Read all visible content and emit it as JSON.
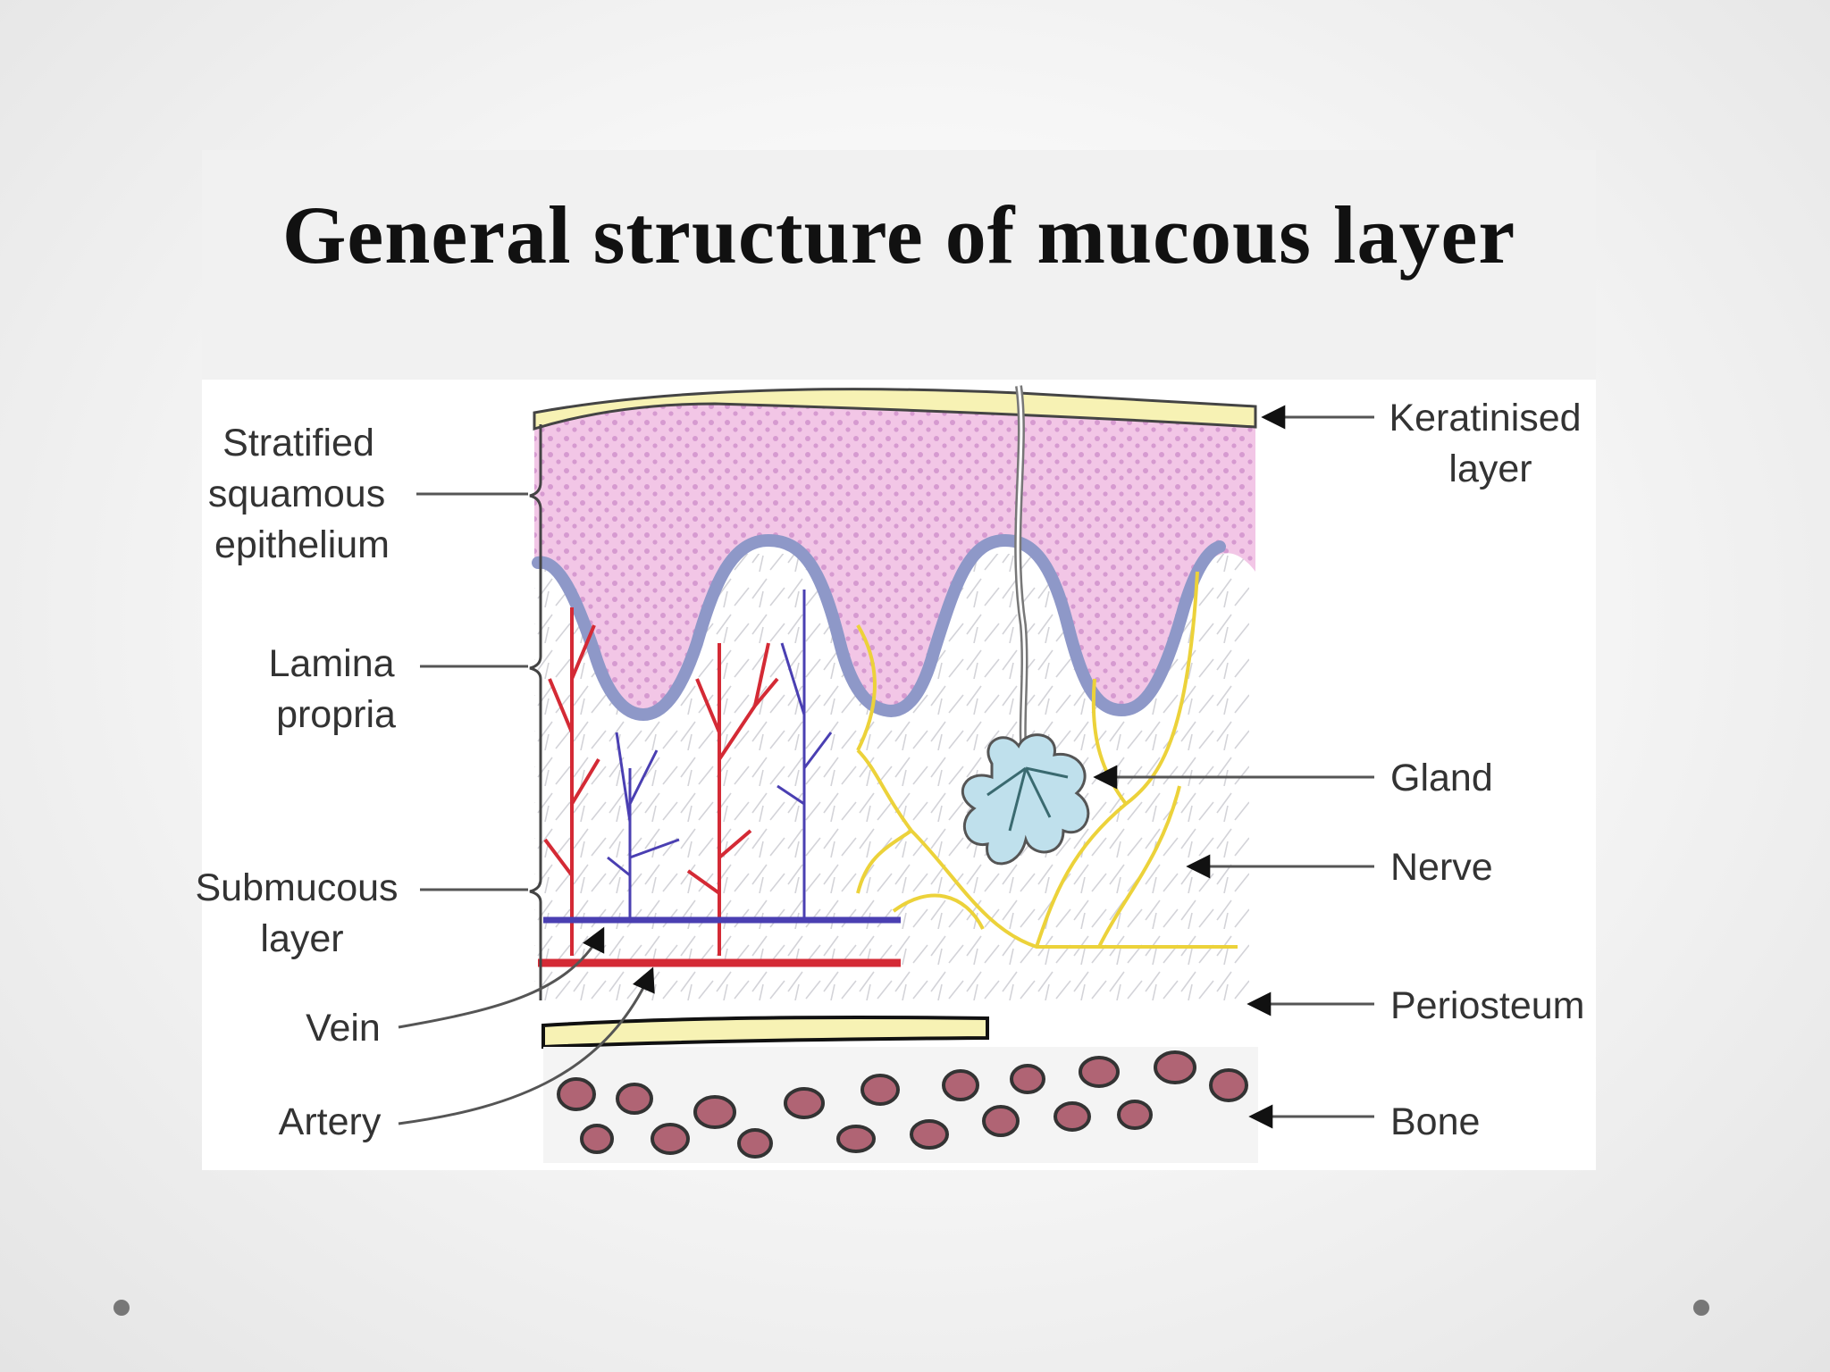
{
  "title": "General structure of mucous layer",
  "labels": {
    "stratified": [
      "Stratified",
      "squamous",
      "epithelium"
    ],
    "lamina": [
      "Lamina",
      "propria"
    ],
    "submucous": [
      "Submucous",
      "layer"
    ],
    "vein": "Vein",
    "artery": "Artery",
    "keratinised": [
      "Keratinised",
      "layer"
    ],
    "gland": "Gland",
    "nerve": "Nerve",
    "periosteum": "Periosteum",
    "bone": "Bone"
  },
  "colors": {
    "epithelium": "#f2c6e6",
    "keratin": "#f7f2b4",
    "basement": "#8e98c8",
    "artery": "#d42a35",
    "vein": "#4a3fb2",
    "nerve": "#ecd23a",
    "gland": "#bfe0ec",
    "bone": "#b06474"
  },
  "icons": {
    "arrow": "arrowhead-icon",
    "slide_bullet": "bullet-icon"
  }
}
